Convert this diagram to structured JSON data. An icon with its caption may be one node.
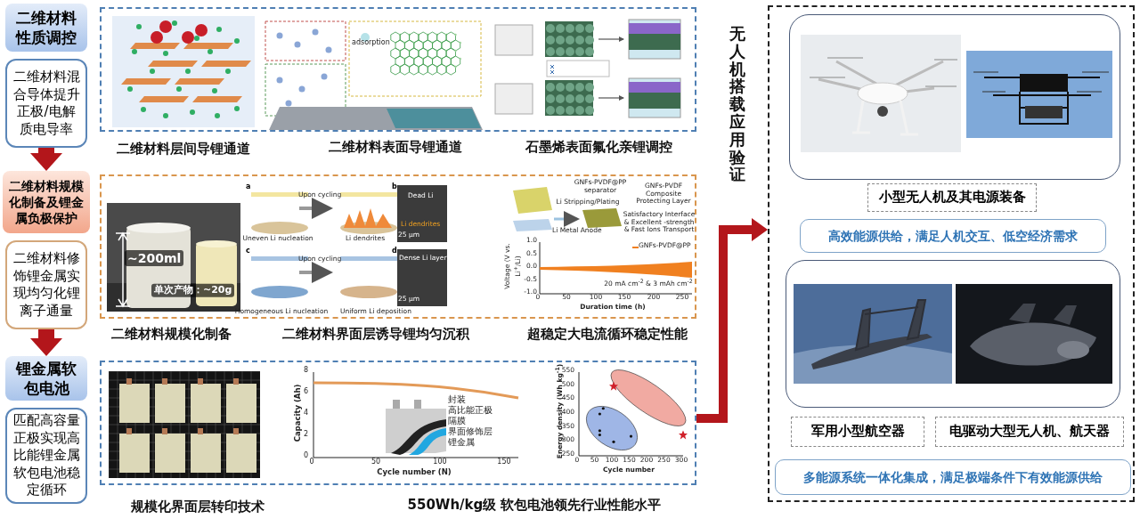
{
  "diagram": {
    "nodes": [
      {
        "text": [
          "二维材料性质调控"
        ]
      },
      {
        "text": [
          "二维材料混合导体提升正极/电解质电导率"
        ]
      },
      {
        "text": [
          "二维材料规模化制备及锂金属负极保护"
        ]
      },
      {
        "text": [
          "二维材料修饰锂金属实现均匀化锂离子通量"
        ]
      },
      {
        "text": [
          "锂金属软包电池"
        ]
      },
      {
        "text": [
          "匹配高容量正极实现高比能锂金属软包电池稳定循环"
        ]
      },
      {
        "text": [],
        "shape": "box"
      },
      {
        "text": [],
        "shape": "picture",
        "in": 6,
        "beside": [
          "二维材料层间导锂通道"
        ]
      },
      {
        "text": [],
        "shape": "picture",
        "in": 6,
        "beside": [
          "二维材料表面导锂通道"
        ]
      },
      {
        "text": [],
        "shape": "picture",
        "in": 6,
        "beside": [
          "石墨烯表面氟化亲锂调控"
        ]
      },
      {
        "text": [],
        "shape": "box"
      },
      {
        "text": [],
        "shape": "picture",
        "in": 10,
        "beside": [
          "二维材料规模化制备"
        ]
      },
      {
        "text": [],
        "shape": "picture",
        "in": 10,
        "beside": [
          "二维材料界面层诱导锂均匀沉积"
        ]
      },
      {
        "text": [],
        "shape": "picture",
        "in": 10,
        "beside": [
          "超稳定大电流循环稳定性能"
        ]
      },
      {
        "text": [],
        "shape": "box"
      },
      {
        "text": [],
        "shape": "picture",
        "in": 14,
        "beside": [
          "规模化界面层转印技术"
        ]
      },
      {
        "text": [],
        "shape": "picture",
        "in": 14
      },
      {
        "text": [],
        "shape": "picture",
        "in": 14
      },
      {
        "text": [],
        "shape": "box"
      },
      {
        "text": [],
        "shape": "box",
        "in": 18
      },
      {
        "text": [],
        "shape": "picture",
        "in": 19
      },
      {
        "text": [],
        "shape": "picture",
        "in": 19
      },
      {
        "text": [
          "小型无人机及其电源装备"
        ],
        "in": 18
      },
      {
        "text": [
          "高效能源供给，满足人机交互、低空经济需求"
        ],
        "in": 18
      },
      {
        "text": [],
        "shape": "box",
        "in": 18
      },
      {
        "text": [],
        "shape": "picture",
        "in": 24
      },
      {
        "text": [],
        "shape": "picture",
        "in": 24
      },
      {
        "text": [
          "军用小型航空器"
        ],
        "in": 18
      },
      {
        "text": [
          "电驱动大型无人机、航天器"
        ],
        "in": 18
      },
      {
        "text": [
          "多能源系统一体化集成，满足极端条件下有效能源供给"
        ],
        "in": 18
      }
    ],
    "edges": [
      {
        "from": 1,
        "to": 2,
        "arrow": "to"
      },
      {
        "from": 3,
        "to": 4,
        "arrow": "to"
      },
      {
        "from": 14,
        "to": 18,
        "arrow": "to",
        "label": "无人机搭载应用验证"
      }
    ],
    "labels": [
      "adsorption",
      "~200ml",
      "单次产物：~20g",
      "a",
      "Upon cycling",
      "Uneven Li nucleation",
      "Li dendrites",
      "b",
      "Dead Li",
      "Li dendrites",
      "25 μm",
      "c",
      "Upon cycling",
      "Homogeneous Li nucleation",
      "Uniform Li deposition",
      "d",
      "Dense Li layer",
      "25 μm",
      "GNFs-PVDF@PP separator",
      "GNFs-PVDF Composite Protecting Layer",
      "Li Stripping/Plating",
      "Li Metal Anode",
      "Satisfactory Interface & Excellent -strength & Fast Ions Transport",
      "GNFs-PVDF@PP",
      "20 mA cm$^{-2}$ & 3 mAh cm$^{-2}$",
      "Voltage (V vs. Li$^{+}$/Li)",
      "1.0",
      "0.5",
      "0.0",
      "-0.5",
      "-1.0",
      "0",
      "50",
      "100",
      "150",
      "200",
      "250",
      "Duration time (h)",
      "Capacity (Ah)",
      "8",
      "6",
      "4",
      "2",
      "0",
      "0",
      "50",
      "100",
      "150",
      "Cycle number (N)",
      "封装",
      "高比能正极",
      "隔膜",
      "界面修饰层",
      "锂金属",
      "Energy density (Wh kg$^{-1}$)",
      "550",
      "500",
      "450",
      "400",
      "350",
      "300",
      "250",
      "0",
      "50",
      "100",
      "150",
      "200",
      "250",
      "300",
      "Cycle number",
      "550Wh/kg级 软包电池领先行业性能水平"
    ]
  }
}
